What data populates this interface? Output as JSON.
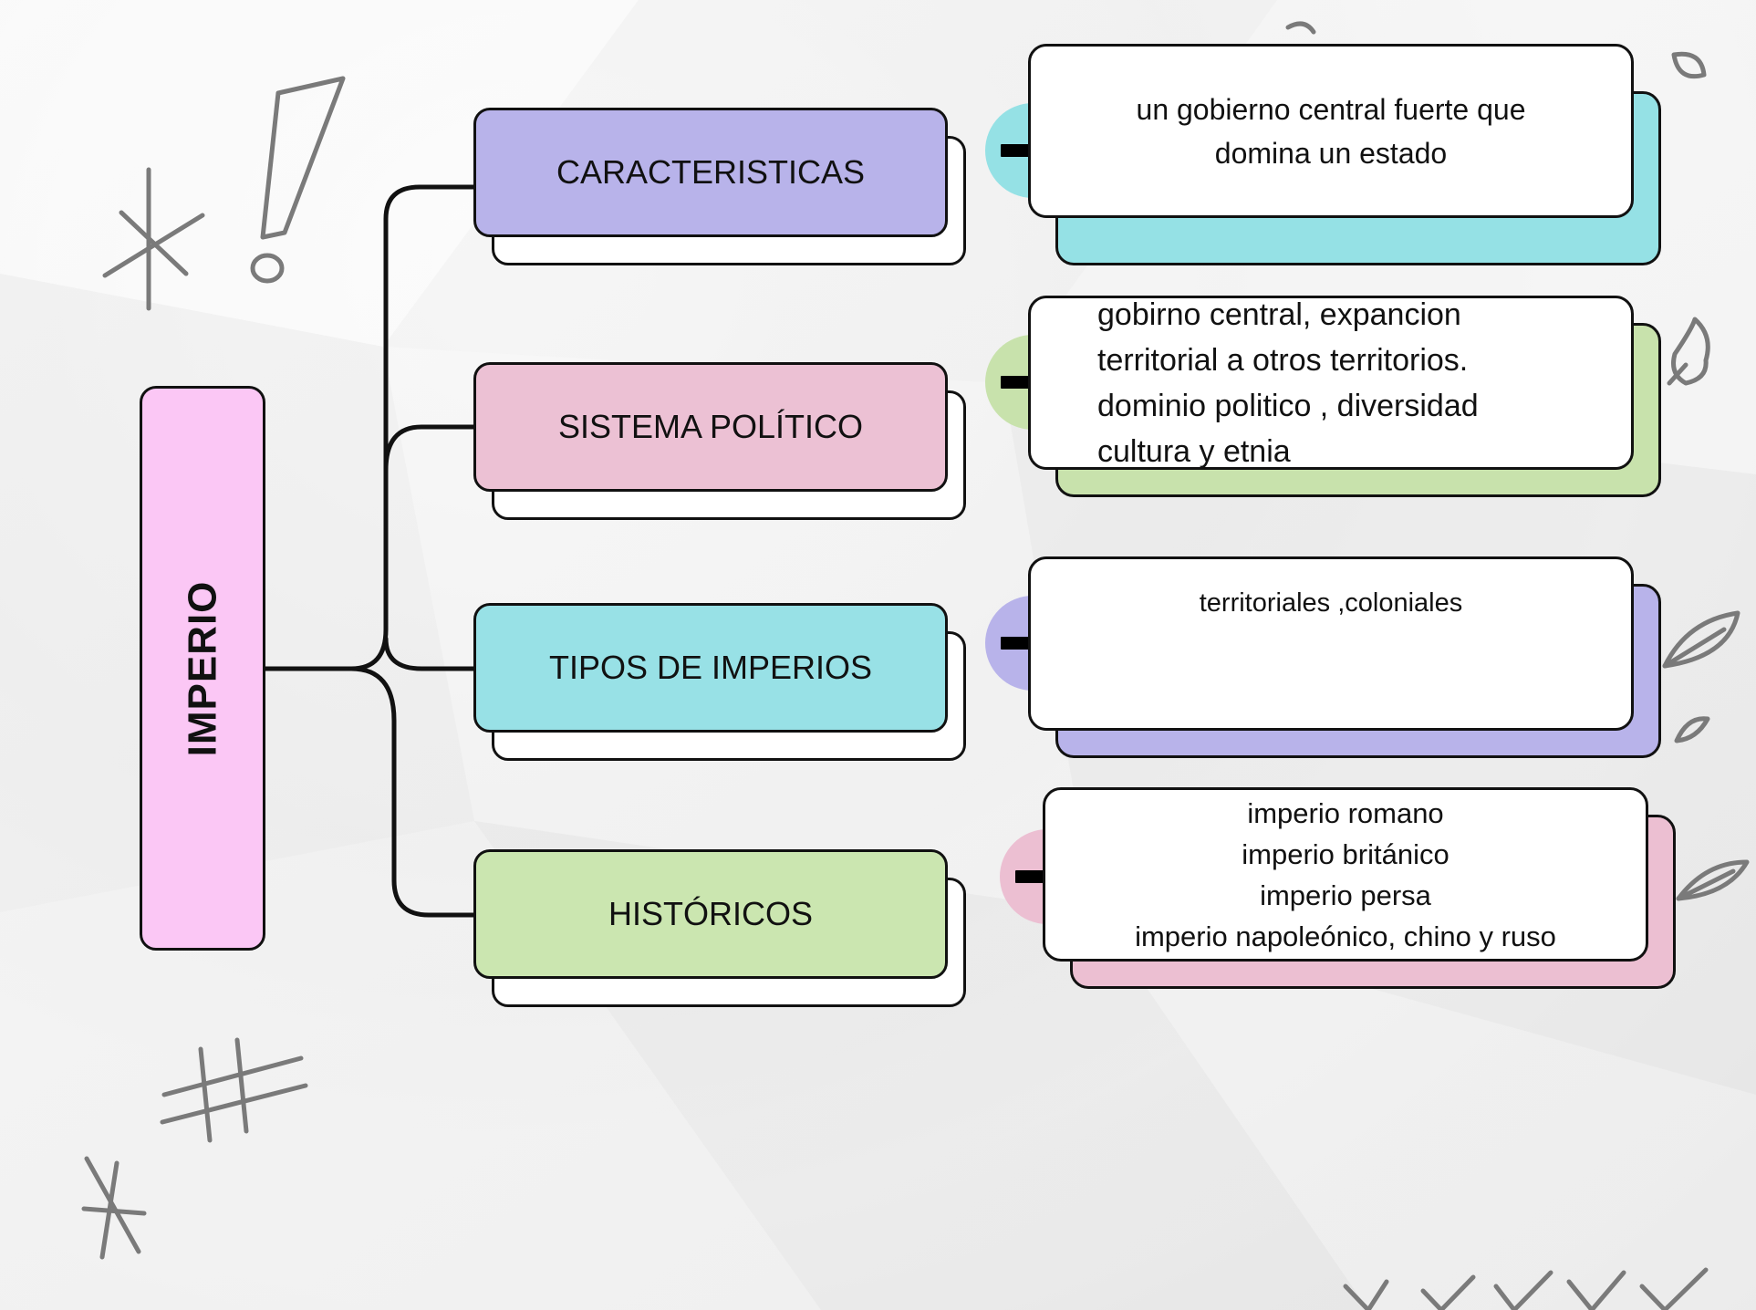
{
  "root": {
    "label": "IMPERIO",
    "color": "#fbc7f5"
  },
  "branches": [
    {
      "label": "CARACTERISTICAS",
      "color": "#b8b3ea",
      "accent": "#95e1e5",
      "description": [
        "un gobierno central fuerte que",
        "domina un estado"
      ]
    },
    {
      "label": "SISTEMA POLÍTICO",
      "color": "#ecc1d4",
      "accent": "#c8e2ac",
      "description": [
        "gobirno central, expancion",
        "territorial a otros territorios.",
        "dominio politico , diversidad",
        "cultura y etnia"
      ]
    },
    {
      "label": "TIPOS DE IMPERIOS",
      "color": "#98e1e6",
      "accent": "#b8b3ea",
      "description": [
        "territoriales ,coloniales"
      ]
    },
    {
      "label": "HISTÓRICOS",
      "color": "#cbe6b0",
      "accent": "#ecbfd2",
      "description": [
        "imperio romano",
        "imperio británico",
        "imperio persa",
        "imperio napoleónico, chino y ruso"
      ]
    }
  ],
  "icons": {
    "arrow": "arrow-right-icon"
  }
}
